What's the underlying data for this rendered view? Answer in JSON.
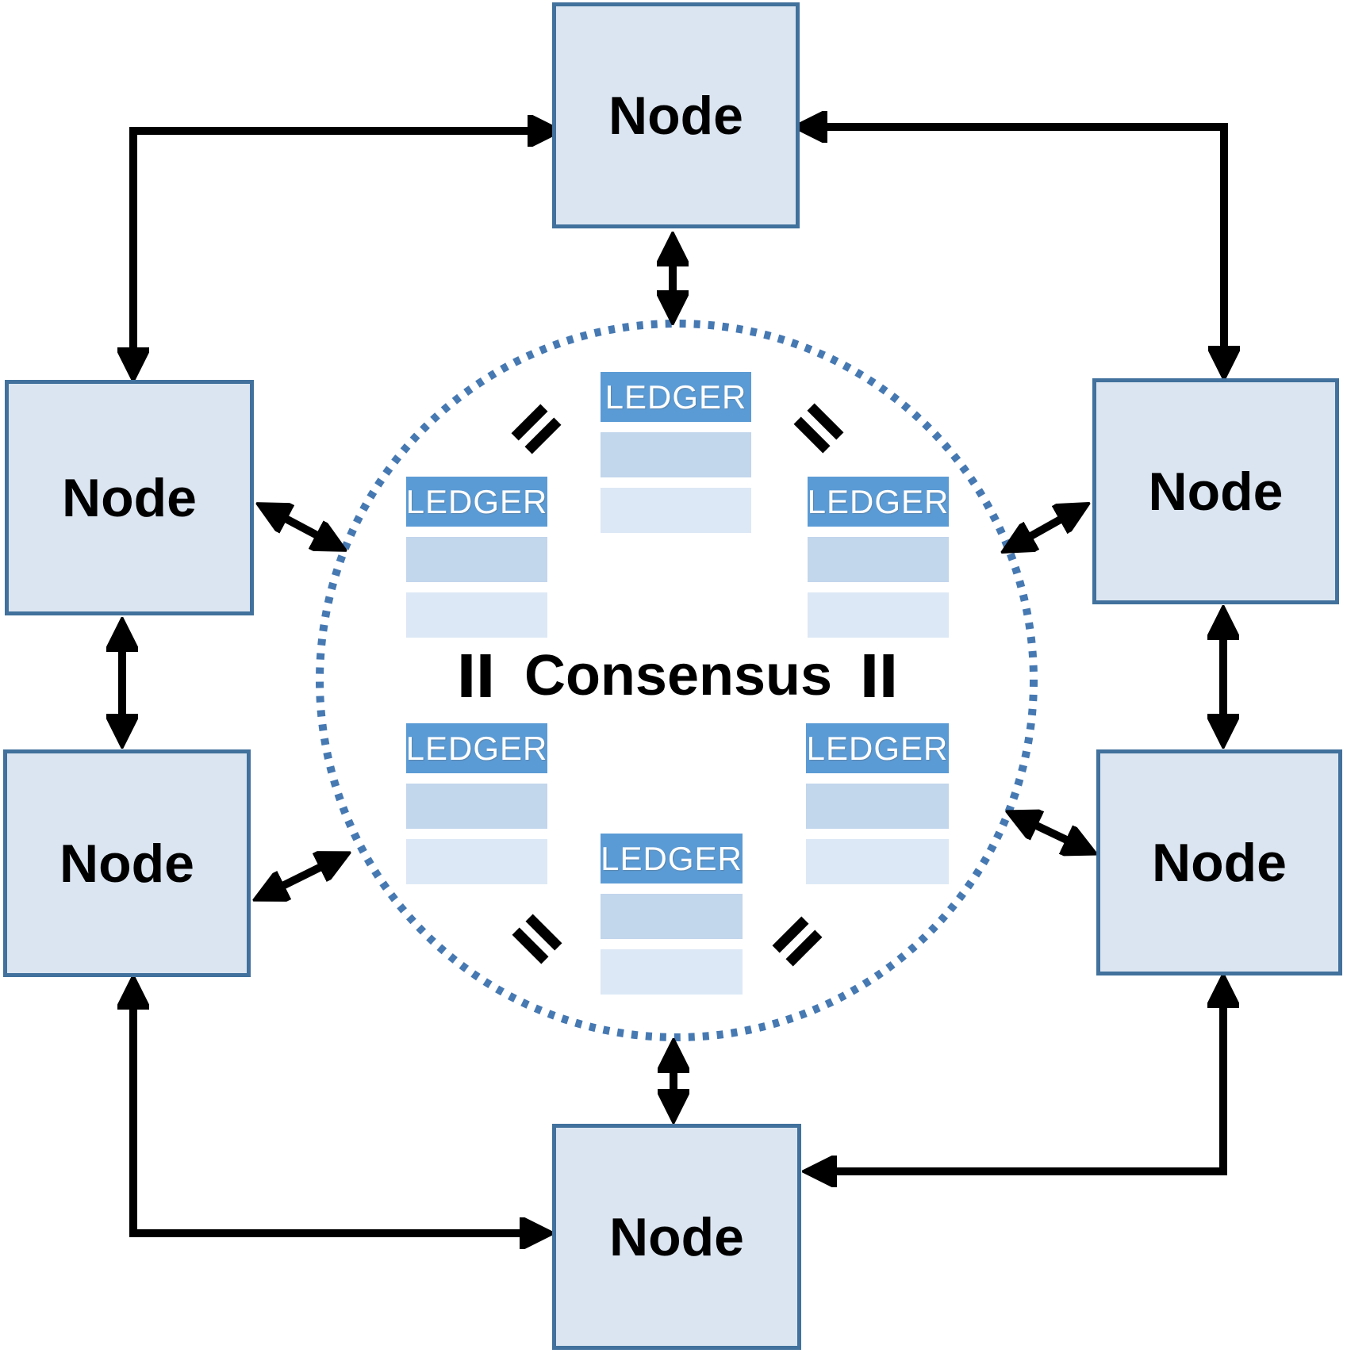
{
  "consensus": {
    "label": "Consensus"
  },
  "nodes": [
    {
      "position": "top",
      "label": "Node"
    },
    {
      "position": "upper-left",
      "label": "Node"
    },
    {
      "position": "upper-right",
      "label": "Node"
    },
    {
      "position": "lower-left",
      "label": "Node"
    },
    {
      "position": "lower-right",
      "label": "Node"
    },
    {
      "position": "bottom",
      "label": "Node"
    }
  ],
  "ledgers": [
    {
      "position": "top-center",
      "label": "LEDGER",
      "rows": 2
    },
    {
      "position": "middle-left",
      "label": "LEDGER",
      "rows": 2
    },
    {
      "position": "middle-right",
      "label": "LEDGER",
      "rows": 2
    },
    {
      "position": "bottom-left",
      "label": "LEDGER",
      "rows": 2
    },
    {
      "position": "bottom-right",
      "label": "LEDGER",
      "rows": 2
    },
    {
      "position": "bottom-center",
      "label": "LEDGER",
      "rows": 2
    }
  ],
  "equality_marks": {
    "glyph": "=",
    "count": 6,
    "positions": [
      "between-top-and-left-ledger",
      "between-top-and-right-ledger",
      "left-of-consensus",
      "right-of-consensus",
      "between-bottom-and-left-ledger",
      "between-bottom-and-right-ledger"
    ]
  },
  "edges": [
    {
      "from": "node-top",
      "to": "node-upper-left",
      "style": "elbow-double-arrow"
    },
    {
      "from": "node-top",
      "to": "node-upper-right",
      "style": "elbow-double-arrow"
    },
    {
      "from": "node-bottom",
      "to": "node-lower-left",
      "style": "elbow-double-arrow"
    },
    {
      "from": "node-bottom",
      "to": "node-lower-right",
      "style": "elbow-double-arrow"
    },
    {
      "from": "node-upper-left",
      "to": "node-lower-left",
      "style": "double-arrow"
    },
    {
      "from": "node-upper-right",
      "to": "node-lower-right",
      "style": "double-arrow"
    },
    {
      "from": "node-top",
      "to": "consensus-ring",
      "style": "double-arrow"
    },
    {
      "from": "node-bottom",
      "to": "consensus-ring",
      "style": "double-arrow"
    },
    {
      "from": "node-upper-left",
      "to": "consensus-ring",
      "style": "double-arrow"
    },
    {
      "from": "node-upper-right",
      "to": "consensus-ring",
      "style": "double-arrow"
    },
    {
      "from": "node-lower-left",
      "to": "consensus-ring",
      "style": "double-arrow"
    },
    {
      "from": "node-lower-right",
      "to": "consensus-ring",
      "style": "double-arrow"
    }
  ],
  "colors": {
    "node_fill": "#dbe5f1",
    "node_border": "#41719c",
    "ledger_header": "#5b9bd5",
    "ledger_row_medium": "#c2d6ec",
    "ledger_row_light": "#dce8f5",
    "circle_dot": "#4679b2",
    "arrow": "#000000",
    "text": "#000000",
    "ledger_text": "#ffffff",
    "background": "#ffffff"
  }
}
